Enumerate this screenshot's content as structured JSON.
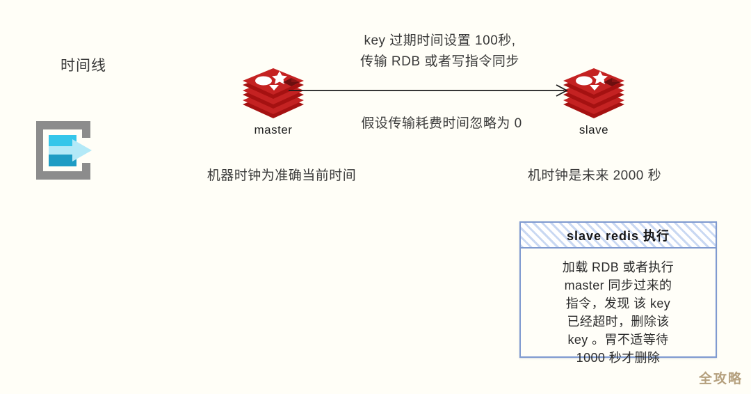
{
  "page": {
    "background_color": "#fffef7",
    "accent_red": "#b01a1a",
    "accent_blue": "#7f9ad0",
    "accent_cyan": "#35c6ea"
  },
  "timeline": {
    "label": "时间线",
    "icon": "export-arrow-icon"
  },
  "nodes": {
    "master": {
      "label": "master",
      "icon": "redis-logo-icon",
      "clock_note": "机器时钟为准确当前时间"
    },
    "slave": {
      "label": "slave",
      "icon": "redis-logo-icon",
      "clock_note": "机时钟是未来 2000 秒"
    }
  },
  "arrow": {
    "icon": "right-arrow-icon",
    "caption_line1": "key 过期时间设置 100秒,",
    "caption_line2": "传输 RDB 或者写指令同步",
    "below_note": "假设传输耗费时间忽略为 0"
  },
  "slave_exec_box": {
    "title": "slave redis 执行",
    "body_lines": [
      "加载 RDB 或者执行",
      "master 同步过来的",
      "指令，发现 该 key",
      "已经超时，删除该",
      "key 。胃不适等待",
      "1000 秒才删除"
    ]
  },
  "watermark": {
    "text": "全攻略"
  }
}
